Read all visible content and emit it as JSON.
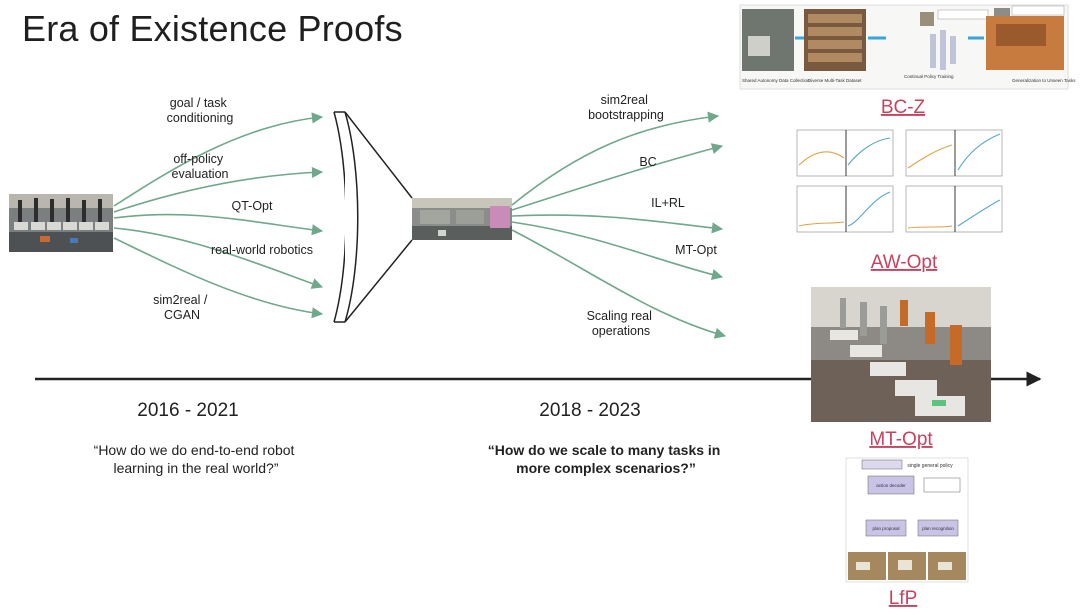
{
  "title": "Era of Existence Proofs",
  "colors": {
    "arrow": "#6fa88a",
    "timeline": "#222222",
    "paper_link": "#c8435e",
    "text": "#222222"
  },
  "left_branches": [
    {
      "lines": [
        "goal / task",
        "conditioning"
      ]
    },
    {
      "lines": [
        "off-policy",
        "evaluation"
      ]
    },
    {
      "lines": [
        "QT-Opt"
      ]
    },
    {
      "lines": [
        "real-world robotics"
      ]
    },
    {
      "lines": [
        "sim2real /",
        "CGAN"
      ]
    }
  ],
  "right_branches": [
    {
      "lines": [
        "sim2real",
        "bootstrapping"
      ]
    },
    {
      "lines": [
        "BC"
      ]
    },
    {
      "lines": [
        "IL+RL"
      ]
    },
    {
      "lines": [
        "MT-Opt"
      ]
    },
    {
      "lines": [
        "Scaling real",
        "operations"
      ]
    }
  ],
  "eras": [
    {
      "years": "2016 - 2021",
      "question_lines": [
        "“How do we do end-to-end robot",
        "learning in the real world?”"
      ],
      "bold": false
    },
    {
      "years": "2018 - 2023",
      "question_lines": [
        "“How do we scale to many tasks in",
        "more complex scenarios?”"
      ],
      "bold": true
    }
  ],
  "papers": [
    {
      "name": "BC-Z",
      "figure_labels": [
        "Shared Autonomy Data Collection",
        "Diverse Multi-Task Dataset",
        "Continual Policy Training",
        "Generalization to Unseen Tasks"
      ]
    },
    {
      "name": "AW-Opt"
    },
    {
      "name": "MT-Opt"
    },
    {
      "name": "LfP",
      "figure_labels": [
        "single general policy",
        "action decoder",
        "plan proposal",
        "plan recognition"
      ]
    }
  ]
}
